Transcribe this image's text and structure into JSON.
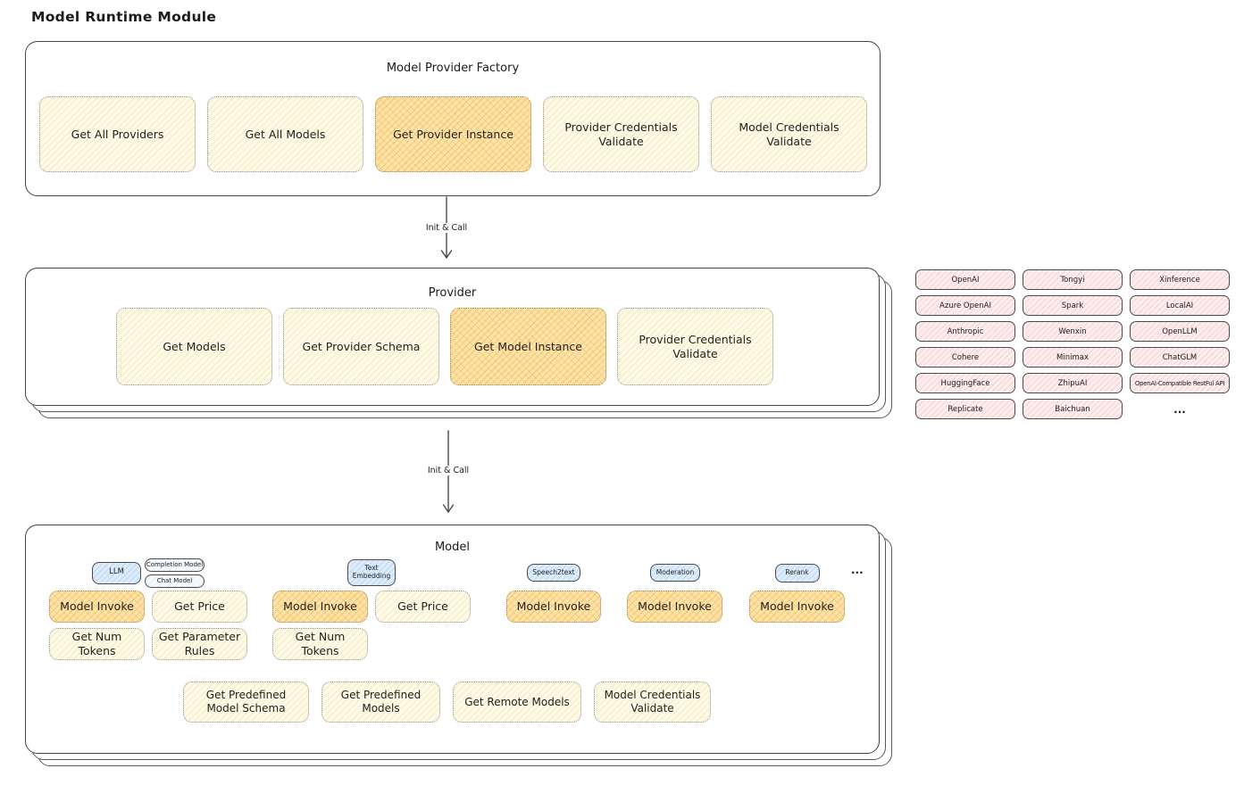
{
  "page_title": "Model Runtime Module",
  "factory": {
    "title": "Model Provider Factory",
    "boxes": [
      {
        "label": "Get All Providers",
        "variant": "light"
      },
      {
        "label": "Get All Models",
        "variant": "light"
      },
      {
        "label": "Get Provider Instance",
        "variant": "dark"
      },
      {
        "label": "Provider Credentials Validate",
        "variant": "light"
      },
      {
        "label": "Model Credentials Validate",
        "variant": "light"
      }
    ]
  },
  "arrows": {
    "factory_to_provider": "Init & Call",
    "provider_to_model": "Init & Call"
  },
  "provider": {
    "title": "Provider",
    "boxes": [
      {
        "label": "Get Models",
        "variant": "light"
      },
      {
        "label": "Get Provider Schema",
        "variant": "light"
      },
      {
        "label": "Get Model Instance",
        "variant": "dark"
      },
      {
        "label": "Provider Credentials Validate",
        "variant": "light"
      }
    ]
  },
  "providers_list": {
    "columns": [
      [
        "OpenAI",
        "Azure OpenAI",
        "Anthropic",
        "Cohere",
        "HuggingFace",
        "Replicate"
      ],
      [
        "Tongyi",
        "Spark",
        "Wenxin",
        "Minimax",
        "ZhipuAI",
        "Baichuan"
      ],
      [
        "Xinference",
        "LocalAI",
        "OpenLLM",
        "ChatGLM",
        "OpenAI-Compatible RestFul API"
      ]
    ],
    "more_label": "..."
  },
  "model": {
    "title": "Model",
    "groups": [
      {
        "name": "llm",
        "tags": [
          {
            "label": "LLM",
            "variant": "blue"
          },
          {
            "label": "Completion Model",
            "variant": "plain"
          },
          {
            "label": "Chat Model",
            "variant": "plain"
          }
        ],
        "rows": [
          [
            {
              "label": "Model Invoke",
              "variant": "dark"
            },
            {
              "label": "Get Price",
              "variant": "light"
            }
          ],
          [
            {
              "label": "Get Num Tokens",
              "variant": "light"
            },
            {
              "label": "Get Parameter Rules",
              "variant": "light"
            }
          ]
        ]
      },
      {
        "name": "text-embedding",
        "tags": [
          {
            "label": "Text Embedding",
            "variant": "blue"
          }
        ],
        "rows": [
          [
            {
              "label": "Model Invoke",
              "variant": "dark"
            },
            {
              "label": "Get Price",
              "variant": "light"
            }
          ],
          [
            {
              "label": "Get Num Tokens",
              "variant": "light"
            }
          ]
        ]
      },
      {
        "name": "speech2text",
        "tags": [
          {
            "label": "Speech2text",
            "variant": "blue"
          }
        ],
        "rows": [
          [
            {
              "label": "Model Invoke",
              "variant": "dark"
            }
          ]
        ]
      },
      {
        "name": "moderation",
        "tags": [
          {
            "label": "Moderation",
            "variant": "blue"
          }
        ],
        "rows": [
          [
            {
              "label": "Model Invoke",
              "variant": "dark"
            }
          ]
        ]
      },
      {
        "name": "rerank",
        "tags": [
          {
            "label": "Rerank",
            "variant": "blue"
          }
        ],
        "rows": [
          [
            {
              "label": "Model Invoke",
              "variant": "dark"
            }
          ]
        ]
      }
    ],
    "more_label": "...",
    "bottom_boxes": [
      {
        "label": "Get Predefined Model Schema",
        "variant": "light"
      },
      {
        "label": "Get Predefined Models",
        "variant": "light"
      },
      {
        "label": "Get Remote Models",
        "variant": "light"
      },
      {
        "label": "Model Credentials Validate",
        "variant": "light"
      }
    ]
  },
  "colors": {
    "stroke_dark": "#434343",
    "box_light_fill": "#fefae8",
    "box_dark_fill": "#fce4ab",
    "provider_pill_fill": "#fdeded",
    "tag_blue_fill": "#dcecfa"
  }
}
